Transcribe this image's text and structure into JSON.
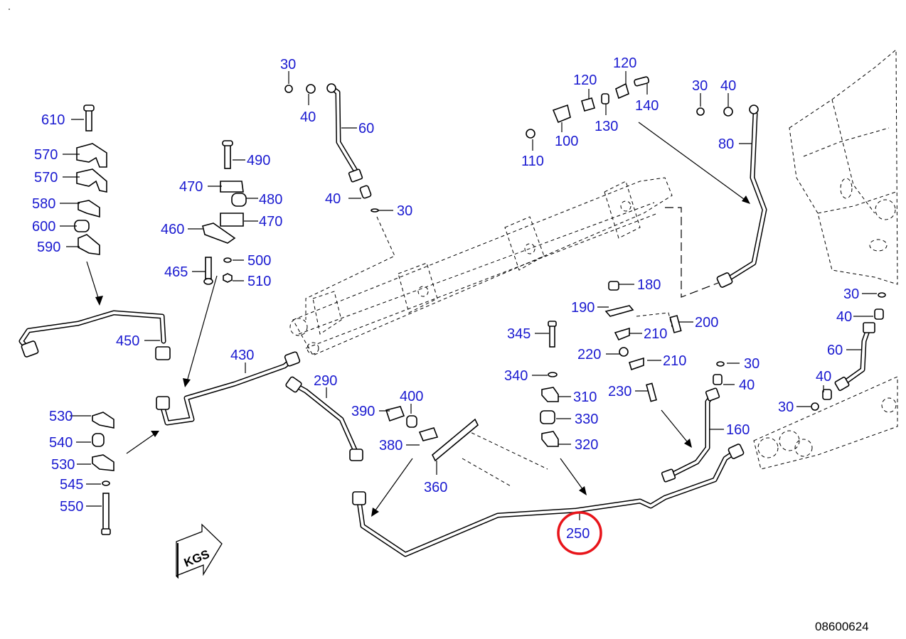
{
  "drawing": {
    "id": "08600624",
    "direction_marker": "KGS",
    "highlight_color": "#e8141a",
    "callout_color": "#1a1ad0",
    "highlighted_callout": "250"
  },
  "callouts": [
    {
      "key": "c610",
      "label": "610"
    },
    {
      "key": "c570a",
      "label": "570"
    },
    {
      "key": "c570b",
      "label": "570"
    },
    {
      "key": "c580",
      "label": "580"
    },
    {
      "key": "c600",
      "label": "600"
    },
    {
      "key": "c590",
      "label": "590"
    },
    {
      "key": "c490",
      "label": "490"
    },
    {
      "key": "c470a",
      "label": "470"
    },
    {
      "key": "c480",
      "label": "480"
    },
    {
      "key": "c470b",
      "label": "470"
    },
    {
      "key": "c460",
      "label": "460"
    },
    {
      "key": "c500",
      "label": "500"
    },
    {
      "key": "c465",
      "label": "465"
    },
    {
      "key": "c510",
      "label": "510"
    },
    {
      "key": "c30a",
      "label": "30"
    },
    {
      "key": "c40a",
      "label": "40"
    },
    {
      "key": "c60a",
      "label": "60"
    },
    {
      "key": "c40b",
      "label": "40"
    },
    {
      "key": "c30b",
      "label": "30"
    },
    {
      "key": "c120a",
      "label": "120"
    },
    {
      "key": "c120b",
      "label": "120"
    },
    {
      "key": "c140",
      "label": "140"
    },
    {
      "key": "c100",
      "label": "100"
    },
    {
      "key": "c130",
      "label": "130"
    },
    {
      "key": "c110",
      "label": "110"
    },
    {
      "key": "c30c",
      "label": "30"
    },
    {
      "key": "c40c",
      "label": "40"
    },
    {
      "key": "c80",
      "label": "80"
    },
    {
      "key": "c450",
      "label": "450"
    },
    {
      "key": "c430",
      "label": "430"
    },
    {
      "key": "c180",
      "label": "180"
    },
    {
      "key": "c190",
      "label": "190"
    },
    {
      "key": "c200",
      "label": "200"
    },
    {
      "key": "c210a",
      "label": "210"
    },
    {
      "key": "c220",
      "label": "220"
    },
    {
      "key": "c210b",
      "label": "210"
    },
    {
      "key": "c230",
      "label": "230"
    },
    {
      "key": "c345",
      "label": "345"
    },
    {
      "key": "c340",
      "label": "340"
    },
    {
      "key": "c310",
      "label": "310"
    },
    {
      "key": "c330",
      "label": "330"
    },
    {
      "key": "c320",
      "label": "320"
    },
    {
      "key": "c290",
      "label": "290"
    },
    {
      "key": "c400",
      "label": "400"
    },
    {
      "key": "c390",
      "label": "390"
    },
    {
      "key": "c380",
      "label": "380"
    },
    {
      "key": "c360",
      "label": "360"
    },
    {
      "key": "c30d",
      "label": "30"
    },
    {
      "key": "c40d",
      "label": "40"
    },
    {
      "key": "c60b",
      "label": "60"
    },
    {
      "key": "c40e",
      "label": "40"
    },
    {
      "key": "c30e",
      "label": "30"
    },
    {
      "key": "c30f",
      "label": "30"
    },
    {
      "key": "c40f",
      "label": "40"
    },
    {
      "key": "c160",
      "label": "160"
    },
    {
      "key": "c530a",
      "label": "530"
    },
    {
      "key": "c540",
      "label": "540"
    },
    {
      "key": "c530b",
      "label": "530"
    },
    {
      "key": "c545",
      "label": "545"
    },
    {
      "key": "c550",
      "label": "550"
    },
    {
      "key": "c250",
      "label": "250"
    }
  ]
}
